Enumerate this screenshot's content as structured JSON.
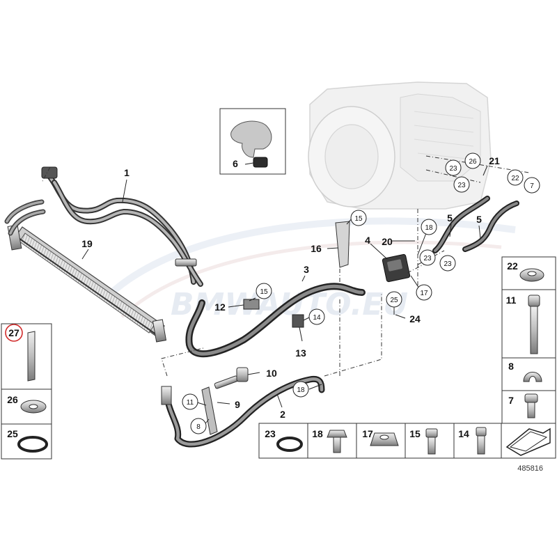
{
  "diagram": {
    "reference_number": "485816",
    "watermark": "BMWAUTO.EU",
    "highlighted_part": "27",
    "callouts": [
      {
        "id": "c1",
        "label": "1",
        "style": "plain"
      },
      {
        "id": "c19",
        "label": "19",
        "style": "plain"
      },
      {
        "id": "c3",
        "label": "3",
        "style": "plain"
      },
      {
        "id": "c4",
        "label": "4",
        "style": "plain"
      },
      {
        "id": "c16",
        "label": "16",
        "style": "plain"
      },
      {
        "id": "c20",
        "label": "20",
        "style": "plain"
      },
      {
        "id": "c5a",
        "label": "5",
        "style": "plain"
      },
      {
        "id": "c5b",
        "label": "5",
        "style": "plain"
      },
      {
        "id": "c21",
        "label": "21",
        "style": "plain"
      },
      {
        "id": "c6",
        "label": "6",
        "style": "plain"
      },
      {
        "id": "c12",
        "label": "12",
        "style": "plain"
      },
      {
        "id": "c13",
        "label": "13",
        "style": "plain"
      },
      {
        "id": "c24",
        "label": "24",
        "style": "plain"
      },
      {
        "id": "c10",
        "label": "10",
        "style": "plain"
      },
      {
        "id": "c9",
        "label": "9",
        "style": "plain"
      },
      {
        "id": "c2",
        "label": "2",
        "style": "plain"
      },
      {
        "id": "k15a",
        "label": "15",
        "style": "circle"
      },
      {
        "id": "k18a",
        "label": "18",
        "style": "circle"
      },
      {
        "id": "k23a",
        "label": "23",
        "style": "circle"
      },
      {
        "id": "k26",
        "label": "26",
        "style": "circle"
      },
      {
        "id": "k23b",
        "label": "23",
        "style": "circle"
      },
      {
        "id": "k22",
        "label": "22",
        "style": "circle"
      },
      {
        "id": "k7",
        "label": "7",
        "style": "circle"
      },
      {
        "id": "k23c",
        "label": "23",
        "style": "circle"
      },
      {
        "id": "k23d",
        "label": "23",
        "style": "circle"
      },
      {
        "id": "k17",
        "label": "17",
        "style": "circle"
      },
      {
        "id": "k25",
        "label": "25",
        "style": "circle"
      },
      {
        "id": "k15b",
        "label": "15",
        "style": "circle"
      },
      {
        "id": "k14",
        "label": "14",
        "style": "circle"
      },
      {
        "id": "k18b",
        "label": "18",
        "style": "circle"
      },
      {
        "id": "k11",
        "label": "11",
        "style": "circle"
      },
      {
        "id": "k8",
        "label": "8",
        "style": "circle"
      }
    ],
    "legend_right": [
      "22",
      "11",
      "8",
      "7"
    ],
    "legend_bottom": [
      "23",
      "18",
      "17",
      "15",
      "14"
    ],
    "legend_left": [
      "27",
      "26",
      "25"
    ]
  }
}
